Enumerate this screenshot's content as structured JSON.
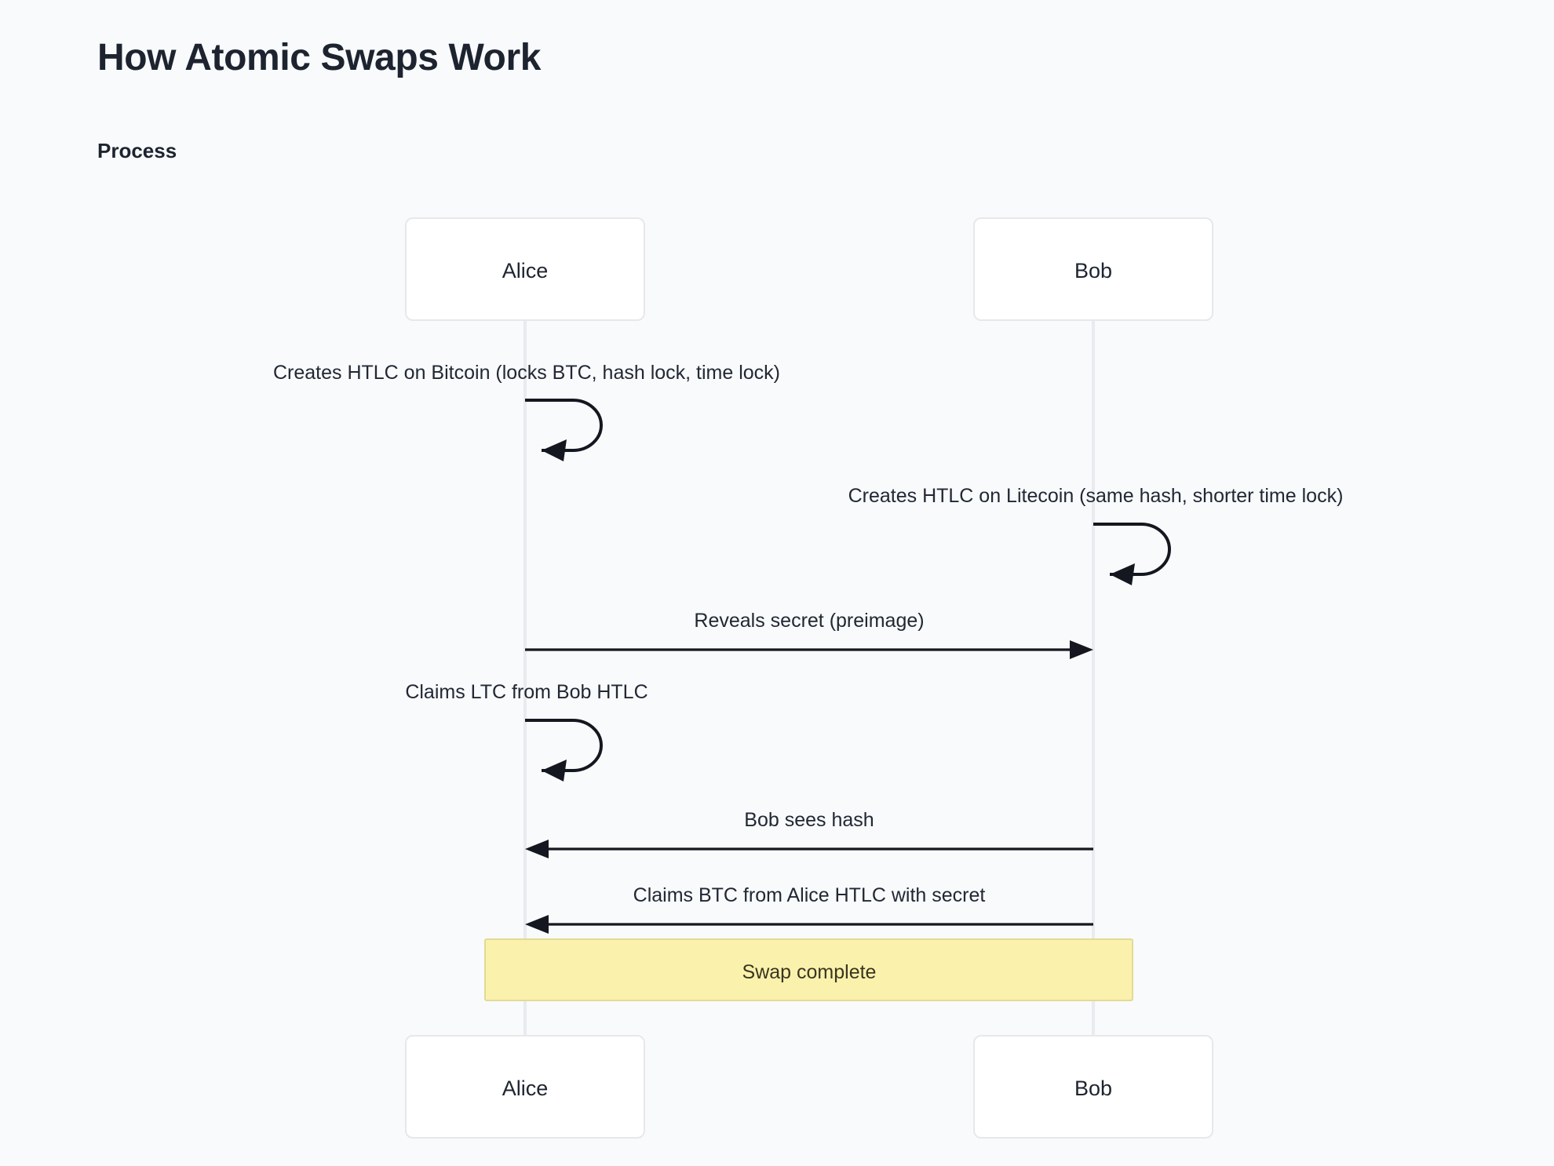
{
  "header": {
    "title": "How Atomic Swaps Work",
    "section_heading": "Process"
  },
  "theme": {
    "background": "#f8fafc",
    "text": "#1d2430",
    "actor_fill": "#ffffff",
    "actor_stroke": "#e6e8eb",
    "lifeline": "#e9ebef",
    "arrow": "#14171f",
    "note_fill": "#faf2ac",
    "note_stroke": "#e3da93",
    "note_text": "#3a3520"
  },
  "diagram": {
    "type": "sequence",
    "participants": [
      {
        "id": "alice",
        "label": "Alice"
      },
      {
        "id": "bob",
        "label": "Bob"
      }
    ],
    "participants_bottom": [
      {
        "id": "alice",
        "label": "Alice"
      },
      {
        "id": "bob",
        "label": "Bob"
      }
    ],
    "messages": [
      {
        "index": 1,
        "from": "alice",
        "to": "alice",
        "kind": "self",
        "arrow": "solid",
        "label": "Creates HTLC on Bitcoin (locks BTC, hash lock, time lock)"
      },
      {
        "index": 2,
        "from": "bob",
        "to": "bob",
        "kind": "self",
        "arrow": "solid",
        "label": "Creates HTLC on Litecoin (same hash, shorter time lock)"
      },
      {
        "index": 3,
        "from": "alice",
        "to": "bob",
        "kind": "direct",
        "arrow": "solid",
        "direction": "right",
        "label": "Reveals secret (preimage)"
      },
      {
        "index": 4,
        "from": "alice",
        "to": "alice",
        "kind": "self",
        "arrow": "solid",
        "label": "Claims LTC from Bob HTLC"
      },
      {
        "index": 5,
        "from": "bob",
        "to": "alice",
        "kind": "direct",
        "arrow": "solid",
        "direction": "left",
        "label": "Bob sees hash"
      },
      {
        "index": 6,
        "from": "bob",
        "to": "alice",
        "kind": "direct",
        "arrow": "solid",
        "direction": "left",
        "label": "Claims BTC from Alice HTLC with secret"
      }
    ],
    "notes": [
      {
        "index": 1,
        "span": "alice-to-bob",
        "label": "Swap complete"
      }
    ]
  }
}
